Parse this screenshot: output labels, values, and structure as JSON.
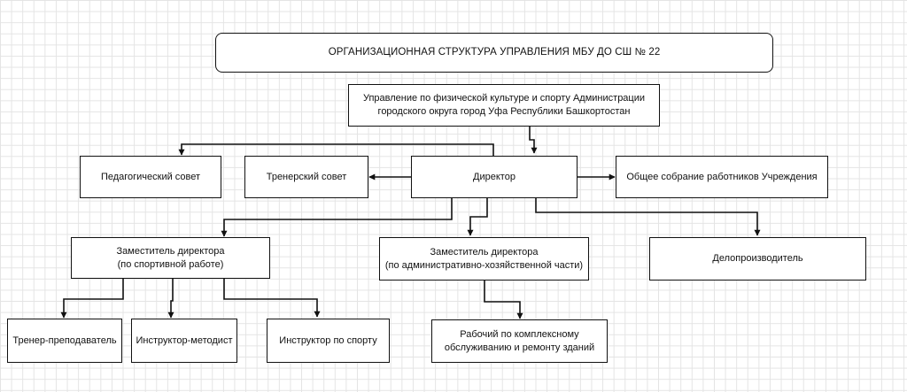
{
  "title": "ОРГАНИЗАЦИОННАЯ СТРУКТУРА УПРАВЛЕНИЯ МБУ ДО СШ № 22",
  "nodes": {
    "authority": "Управление по физической культуре и спорту Администрации\nгородского округа город Уфа Республики Башкортостан",
    "ped_council": "Педагогический совет",
    "coach_council": "Тренерский совет",
    "director": "Директор",
    "general_meeting": "Общее собрание работников Учреждения",
    "deputy_sport": "Заместитель директора\n(по спортивной работе)",
    "deputy_admin": "Заместитель директора\n(по административно-хозяйственной части)",
    "clerk": "Делопроизводитель",
    "coach_teacher": "Тренер-преподаватель",
    "instructor_methodist": "Инструктор-методист",
    "sport_instructor": "Инструктор по спорту",
    "maintenance_worker": "Рабочий по комплексному\nобслуживанию и ремонту зданий"
  },
  "connections": [
    {
      "from": "authority",
      "to": "director"
    },
    {
      "from": "director",
      "to": "ped_council"
    },
    {
      "from": "director",
      "to": "coach_council"
    },
    {
      "from": "director",
      "to": "general_meeting"
    },
    {
      "from": "director",
      "to": "deputy_sport"
    },
    {
      "from": "director",
      "to": "deputy_admin"
    },
    {
      "from": "director",
      "to": "clerk"
    },
    {
      "from": "deputy_sport",
      "to": "coach_teacher"
    },
    {
      "from": "deputy_sport",
      "to": "instructor_methodist"
    },
    {
      "from": "deputy_sport",
      "to": "sport_instructor"
    },
    {
      "from": "deputy_admin",
      "to": "maintenance_worker"
    }
  ],
  "colors": {
    "line": "#111111",
    "box_border": "#111111",
    "grid": "#e4e4e4"
  }
}
